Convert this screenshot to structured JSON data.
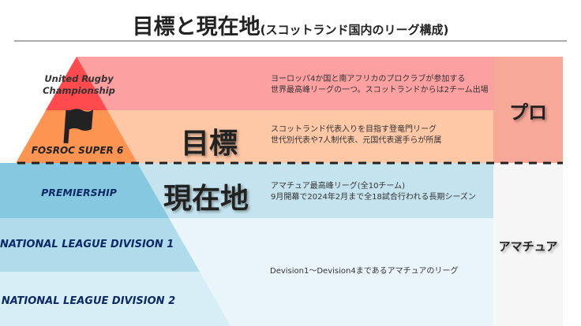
{
  "title": {
    "main": "目標と現在地",
    "sub": "(スコットランド国内のリーグ構成)"
  },
  "colors": {
    "urc_tri": "#ff4a4e",
    "urc_band": "#fda0a2",
    "super6_tri": "#fe9452",
    "super6_band": "#fec8a6",
    "prem_tri": "#85c8e0",
    "prem_band": "#c4e3ee",
    "nl1_tri": "#afdbea",
    "nl2_tri": "#d8eef6",
    "amateur_band": "#eaf5fb",
    "pro_col": "#f8a898",
    "amateur_col": "#f6f6f6",
    "label_blue": "#0d2a66"
  },
  "levels": [
    {
      "name": "United Rugby Championship",
      "line1": "United Rugby",
      "line2": "Championship",
      "desc1": "ヨーロッパ4か国と南アフリカのプロクラブが参加する",
      "desc2": "世界最高峰リーグの一つ。スコットランドからは2チーム出場"
    },
    {
      "name": "FOSROC SUPER 6",
      "icon": "flag-icon",
      "desc1": "スコットランド代表入りを目指す登竜門リーグ",
      "desc2": "世代別代表や7人制代表、元国代表選手らが所属"
    },
    {
      "name": "PREMIERSHIP",
      "desc1": "アマチュア最高峰リーグ(全10チーム)",
      "desc2": "9月開幕で2024年2月まで全18試合行われる長期シーズン"
    },
    {
      "name": "NATIONAL LEAGUE DIVISION 1"
    },
    {
      "name": "NATIONAL LEAGUE DIVISION 2"
    }
  ],
  "lower_desc": "Devision1〜Devision4まであるアマチュアのリーグ",
  "markers": {
    "goal": "目標",
    "current": "現在地"
  },
  "categories": {
    "pro": "プロ",
    "amateur": "アマチュア"
  }
}
